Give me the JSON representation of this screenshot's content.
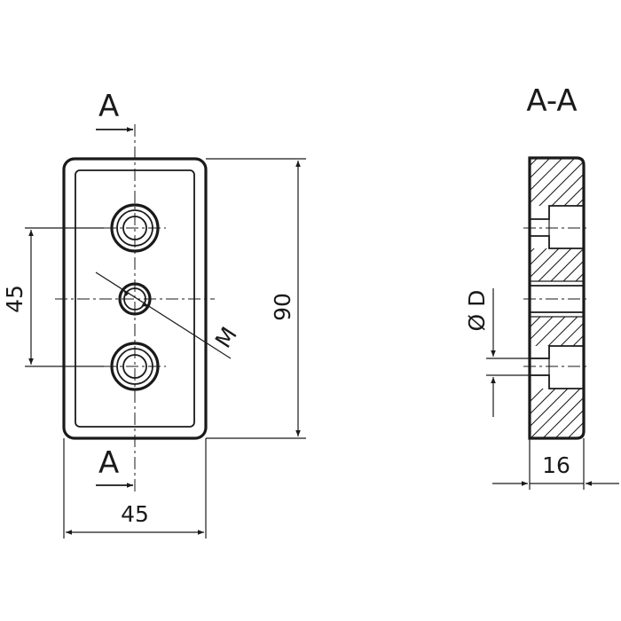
{
  "labels": {
    "section_top": "A",
    "section_bottom": "A",
    "section_view_title": "A-A",
    "thread": "M",
    "diameter": "Ø D"
  },
  "dimensions": {
    "height": "90",
    "width": "45",
    "hole_spacing": "45",
    "thickness": "16"
  },
  "colors": {
    "line": "#1a1a1a",
    "background": "#ffffff"
  }
}
